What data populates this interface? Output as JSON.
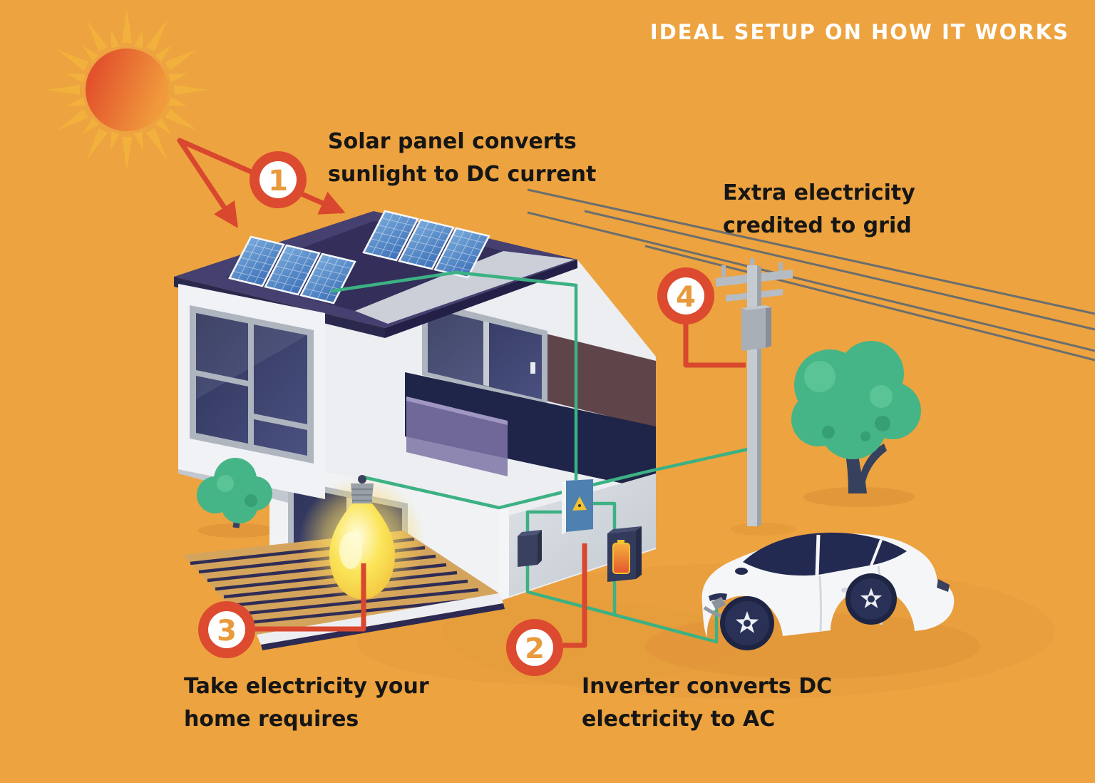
{
  "title": "IDEAL SETUP ON HOW IT WORKS",
  "steps": [
    {
      "number": "1",
      "line1": "Solar panel converts",
      "line2": "sunlight to DC current"
    },
    {
      "number": "2",
      "line1": "Inverter converts DC",
      "line2": "electricity to AC"
    },
    {
      "number": "3",
      "line1": "Take electricity your",
      "line2": "home requires"
    },
    {
      "number": "4",
      "line1": "Extra electricity",
      "line2": "credited to grid"
    }
  ],
  "colors": {
    "background": "#EDA33F",
    "badge_red": "#DC4A2F",
    "badge_inner": "#FFFFFF",
    "badge_number": "#E89A3C",
    "arrow_red": "#D8472E",
    "wire_green": "#3CB183",
    "power_line_gray": "#5D6974",
    "roof_navy": "#454070",
    "panel_blue": "#3C6FB7",
    "text_dark": "#161616",
    "text_light": "#FFFFFF"
  },
  "scene": {
    "sun": "sun",
    "solar_panels": "rooftop solar panel arrays",
    "house": "modern two-story house",
    "bulb": "glowing light bulb",
    "inverter": "inverter box with warning triangle",
    "battery": "battery storage box",
    "utility_pole": "power pole with grid lines",
    "tree": "tree",
    "bush": "bush",
    "car": "electric car charging",
    "deck": "wooden deck"
  }
}
